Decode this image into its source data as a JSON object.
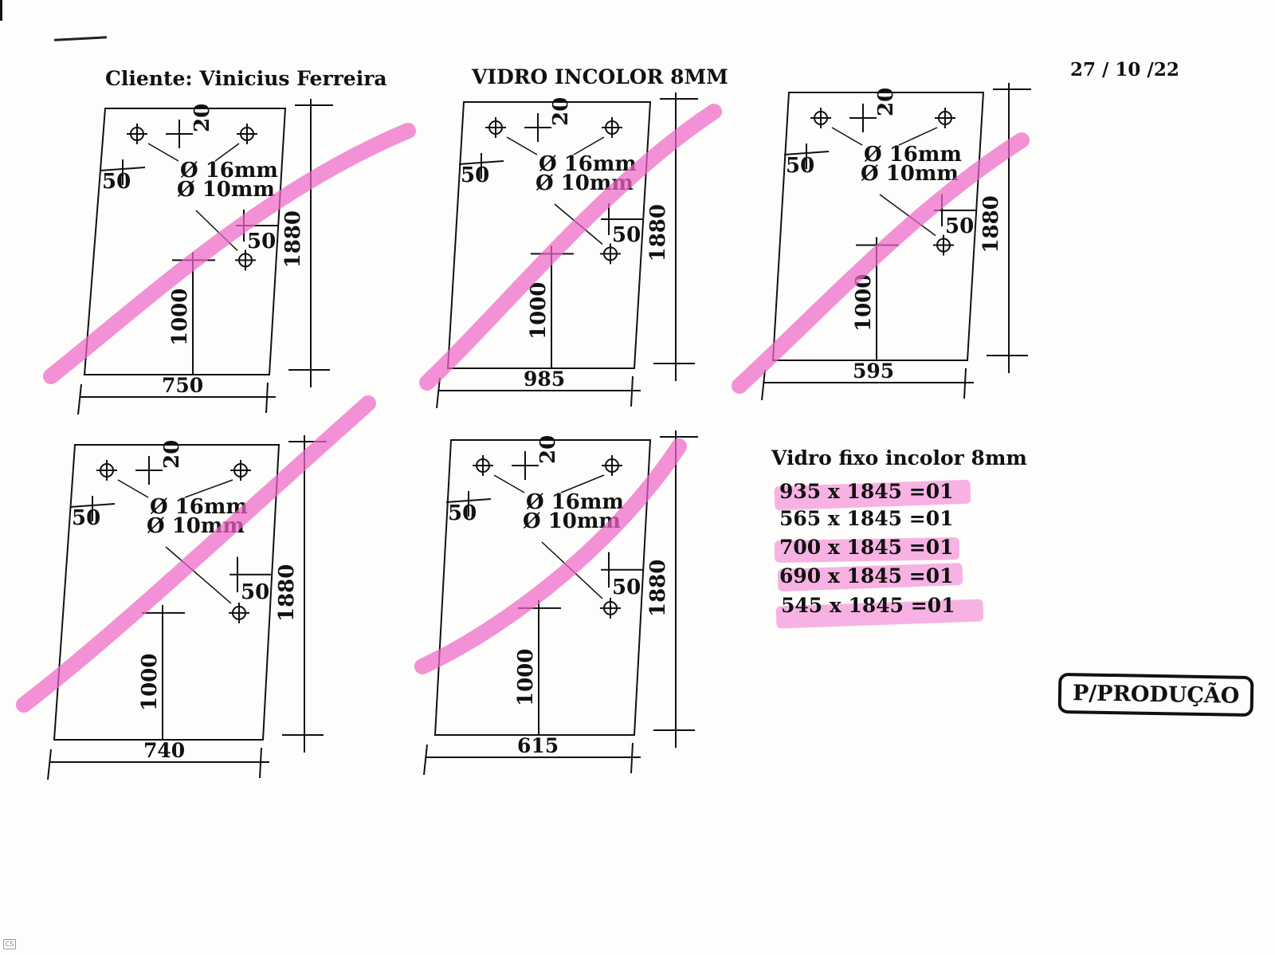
{
  "header": {
    "client": "Cliente: Vinicius Ferreira",
    "material": "VIDRO INCOLOR 8MM",
    "date": "27 / 10 /22"
  },
  "drawing_labels": {
    "hole_large": "Ø 16mm",
    "hole_small": "Ø 10mm",
    "offset_top": "20",
    "offset_side": "50",
    "handle_height": "1000",
    "height": "1880"
  },
  "panels": [
    {
      "width": "750"
    },
    {
      "width": "985"
    },
    {
      "width": "595"
    },
    {
      "width": "740"
    },
    {
      "width": "615"
    }
  ],
  "fixed_glass": {
    "title": "Vidro fixo incolor 8mm",
    "items": [
      "935 x 1845 =01",
      "565 x 1845 =01",
      "700 x 1845 =01",
      "690 x 1845 =01",
      "545 x 1845 =01"
    ]
  },
  "stamp": "P/PRODUÇÃO",
  "colors": {
    "highlighter": "#ee66c8",
    "ink": "#111111"
  }
}
